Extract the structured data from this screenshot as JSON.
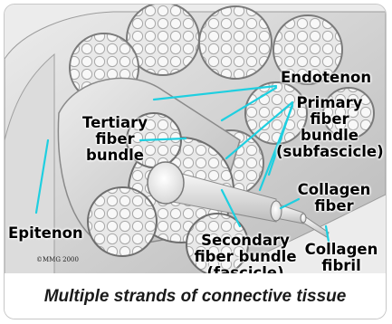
{
  "labels": {
    "endotenon": "Endotenon",
    "primary_line1": "Primary",
    "primary_line2": "fiber",
    "primary_line3": "bundle",
    "primary_line4": "(subfascicle)",
    "tertiary_line1": "Tertiary",
    "tertiary_line2": "fiber",
    "tertiary_line3": "bundle",
    "collagen_fiber_line1": "Collagen",
    "collagen_fiber_line2": "fiber",
    "epitenon": "Epitenon",
    "secondary_line1": "Secondary",
    "secondary_line2": "fiber bundle",
    "secondary_line3": "(fascicle)",
    "collagen_fibril_line1": "Collagen",
    "collagen_fibril_line2": "fibril"
  },
  "copyright": "©MMG 2000",
  "caption": "Multiple strands of connective tissue",
  "colors": {
    "leader_line": "#1ecfe0",
    "tissue_light": "#f2f2f2",
    "tissue_shade": "#c9c9c9",
    "outline": "#6a6a6a"
  }
}
